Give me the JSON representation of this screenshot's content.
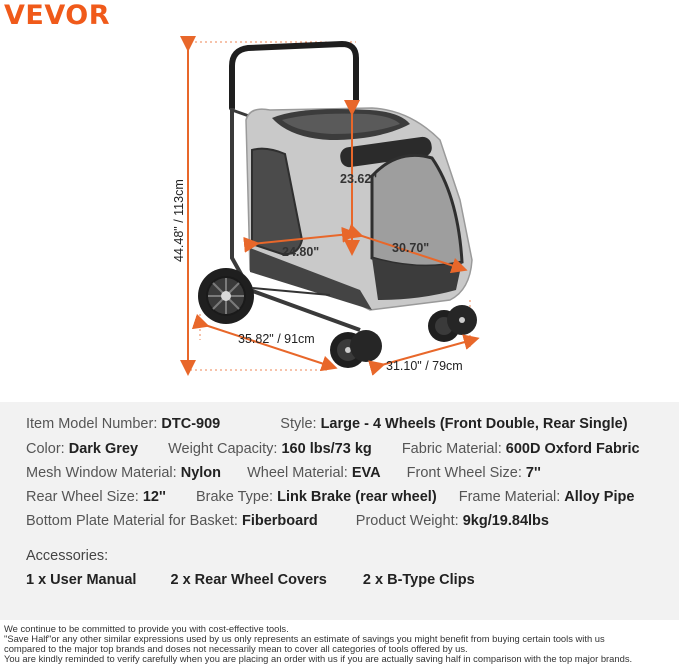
{
  "brand": {
    "logo_text": "VEVOR",
    "color": "#f05a1a"
  },
  "dimensions": {
    "height": "44.48\" / 113cm",
    "length": "35.82\" / 91cm",
    "width": "31.10\" / 79cm",
    "inner_height": "23.62\"",
    "inner_length": "24.80\"",
    "inner_width": "30.70\""
  },
  "specs": {
    "row1": [
      {
        "label": "Item Model Number:",
        "value": "DTC-909"
      },
      {
        "label": "Style:",
        "value": "Large - 4 Wheels (Front Double, Rear Single)"
      }
    ],
    "row2": [
      {
        "label": "Color:",
        "value": "Dark Grey"
      },
      {
        "label": "Weight Capacity:",
        "value": "160 lbs/73 kg"
      },
      {
        "label": "Fabric Material:",
        "value": "600D Oxford Fabric"
      }
    ],
    "row3": [
      {
        "label": "Mesh Window Material:",
        "value": "Nylon"
      },
      {
        "label": "Wheel Material:",
        "value": "EVA"
      },
      {
        "label": "Front Wheel Size:",
        "value": "7''"
      }
    ],
    "row4": [
      {
        "label": "Rear Wheel Size:",
        "value": "12''"
      },
      {
        "label": "Brake Type:",
        "value": "Link Brake (rear wheel)"
      },
      {
        "label": "Frame Material:",
        "value": "Alloy Pipe"
      }
    ],
    "row5": [
      {
        "label": "Bottom Plate Material for Basket:",
        "value": "Fiberboard"
      },
      {
        "label": "Product Weight:",
        "value": "9kg/19.84lbs"
      }
    ]
  },
  "accessories": {
    "title": "Accessories:",
    "items": [
      "1 x User Manual",
      "2 x Rear Wheel Covers",
      "2 x  B-Type Clips"
    ]
  },
  "footer": {
    "lines": [
      "We continue to be committed to provide you with cost-effective tools.",
      "\"Save Half\"or any other similar expressions used by us only represents an estimate of savings you might benefit from buying certain tools with us",
      "compared to the major top brands and doses not necessarily mean to cover all categories of tools offered by us.",
      "You are kindly reminded to verify carefully when you are placing an order with us if you are actually saving half in comparison with the top major brands."
    ]
  }
}
